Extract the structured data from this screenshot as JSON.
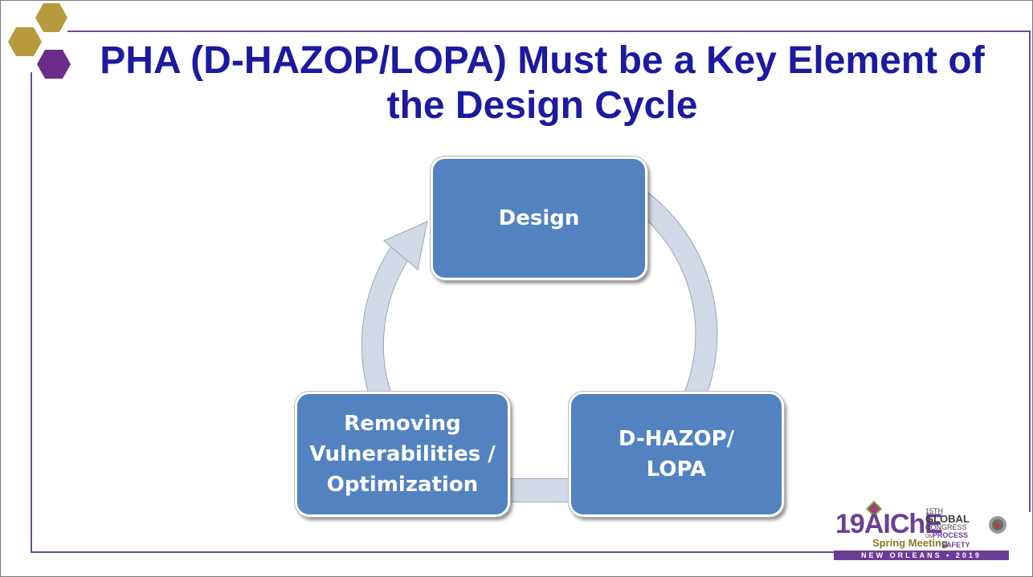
{
  "slide": {
    "title": "PHA (D-HAZOP/LOPA) Must be a Key Element of the Design Cycle"
  },
  "cycle": {
    "steps": [
      {
        "label": "Design"
      },
      {
        "label": "D-HAZOP/\nLOPA"
      },
      {
        "label": "Removing\nVulnerabilities /\nOptimization"
      }
    ]
  },
  "conference_logo": {
    "year": "19",
    "org": "AIChE",
    "event": "Spring Meeting",
    "edition": "15TH",
    "line1": "GLOBAL",
    "line2": "CONGRESS",
    "line3_prefix": "ON",
    "line3": "PROCESS",
    "line4": "SAFETY",
    "location": "NEW ORLEANS • 2019"
  },
  "colors": {
    "title": "#1b1aa0",
    "box_fill": "#5283c0",
    "cycle_arrow": "#d2d9e6",
    "frame": "#6b4a8e",
    "hex_gold": "#b89a3e",
    "hex_purple": "#6b2c8a"
  }
}
